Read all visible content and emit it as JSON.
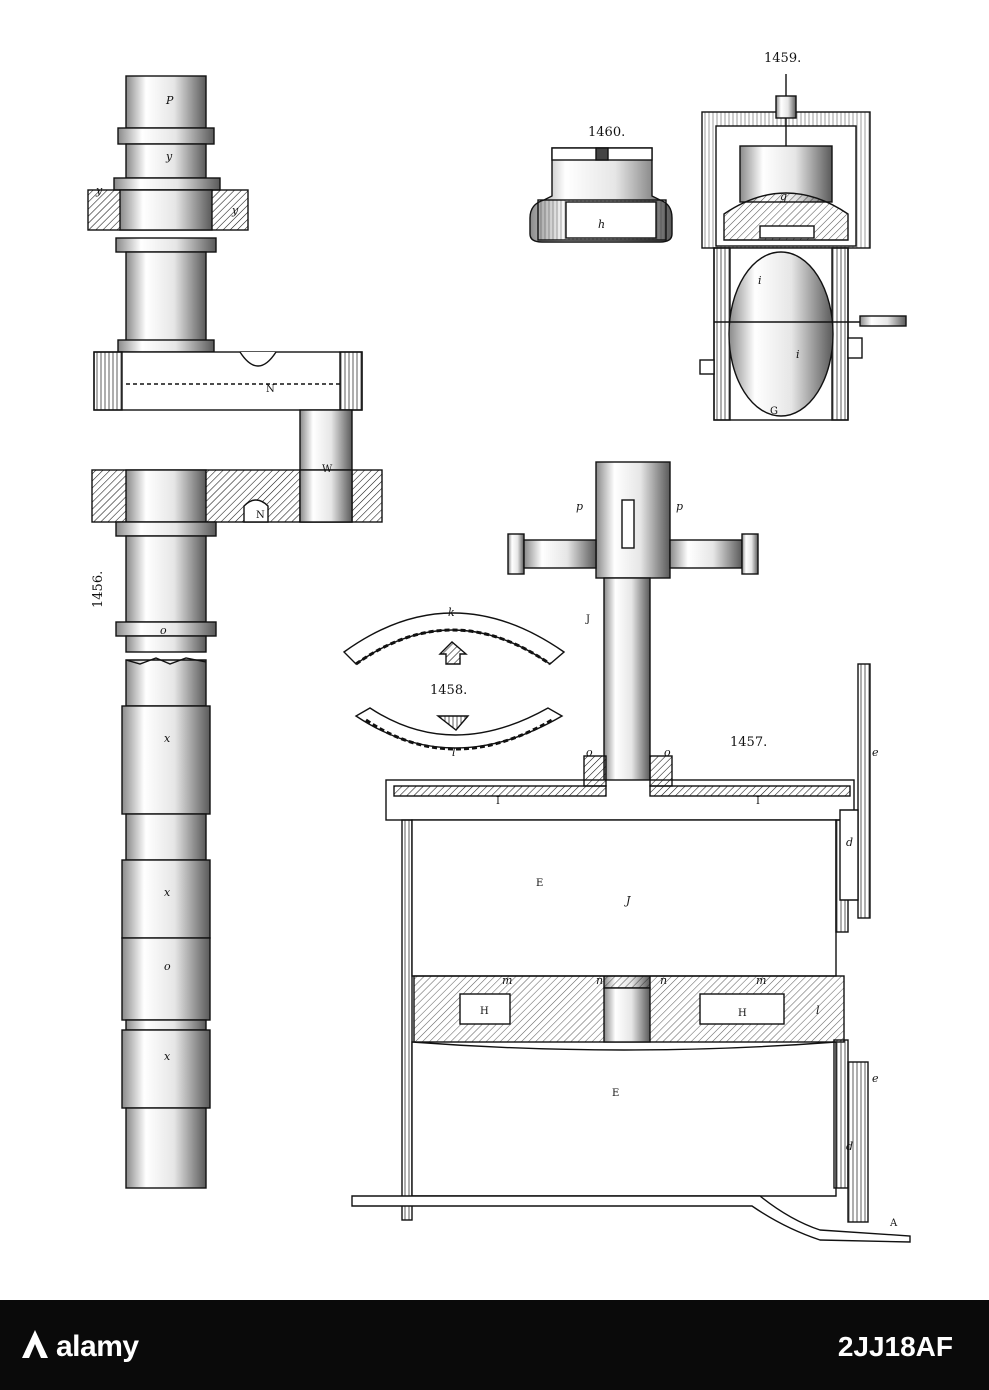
{
  "figures": {
    "fig1456": {
      "number": "1456.",
      "letters": {
        "P": "P",
        "y1": "y",
        "y2": "y",
        "y3": "y",
        "N1": "N",
        "W": "W",
        "N2": "N",
        "o": "o",
        "x1": "x",
        "x2": "x",
        "o2": "o",
        "x3": "x"
      }
    },
    "fig1457": {
      "number": "1457.",
      "letters": {
        "p1": "p",
        "p2": "p",
        "J1": "J",
        "J2": "J",
        "o1": "o",
        "o2": "o",
        "I1": "I",
        "I2": "I",
        "E1": "E",
        "E2": "E",
        "e1": "e",
        "e2": "e",
        "d1": "d",
        "d2": "d",
        "m1": "m",
        "m2": "m",
        "n1": "n",
        "n2": "n",
        "H1": "H",
        "H2": "H",
        "l": "l",
        "A": "A"
      }
    },
    "fig1458": {
      "number": "1458.",
      "letters": {
        "k": "k",
        "l": "l"
      }
    },
    "fig1459": {
      "number": "1459.",
      "letters": {
        "g": "g",
        "i1": "i",
        "i2": "i",
        "G": "G"
      }
    },
    "fig1460": {
      "number": "1460.",
      "letters": {
        "h": "h"
      }
    }
  },
  "footer": {
    "brand": "alamy",
    "stock_id": "2JJ18AF"
  },
  "colors": {
    "ink": "#111111",
    "footer_bg": "#0a0a0a",
    "footer_text": "#ffffff"
  }
}
